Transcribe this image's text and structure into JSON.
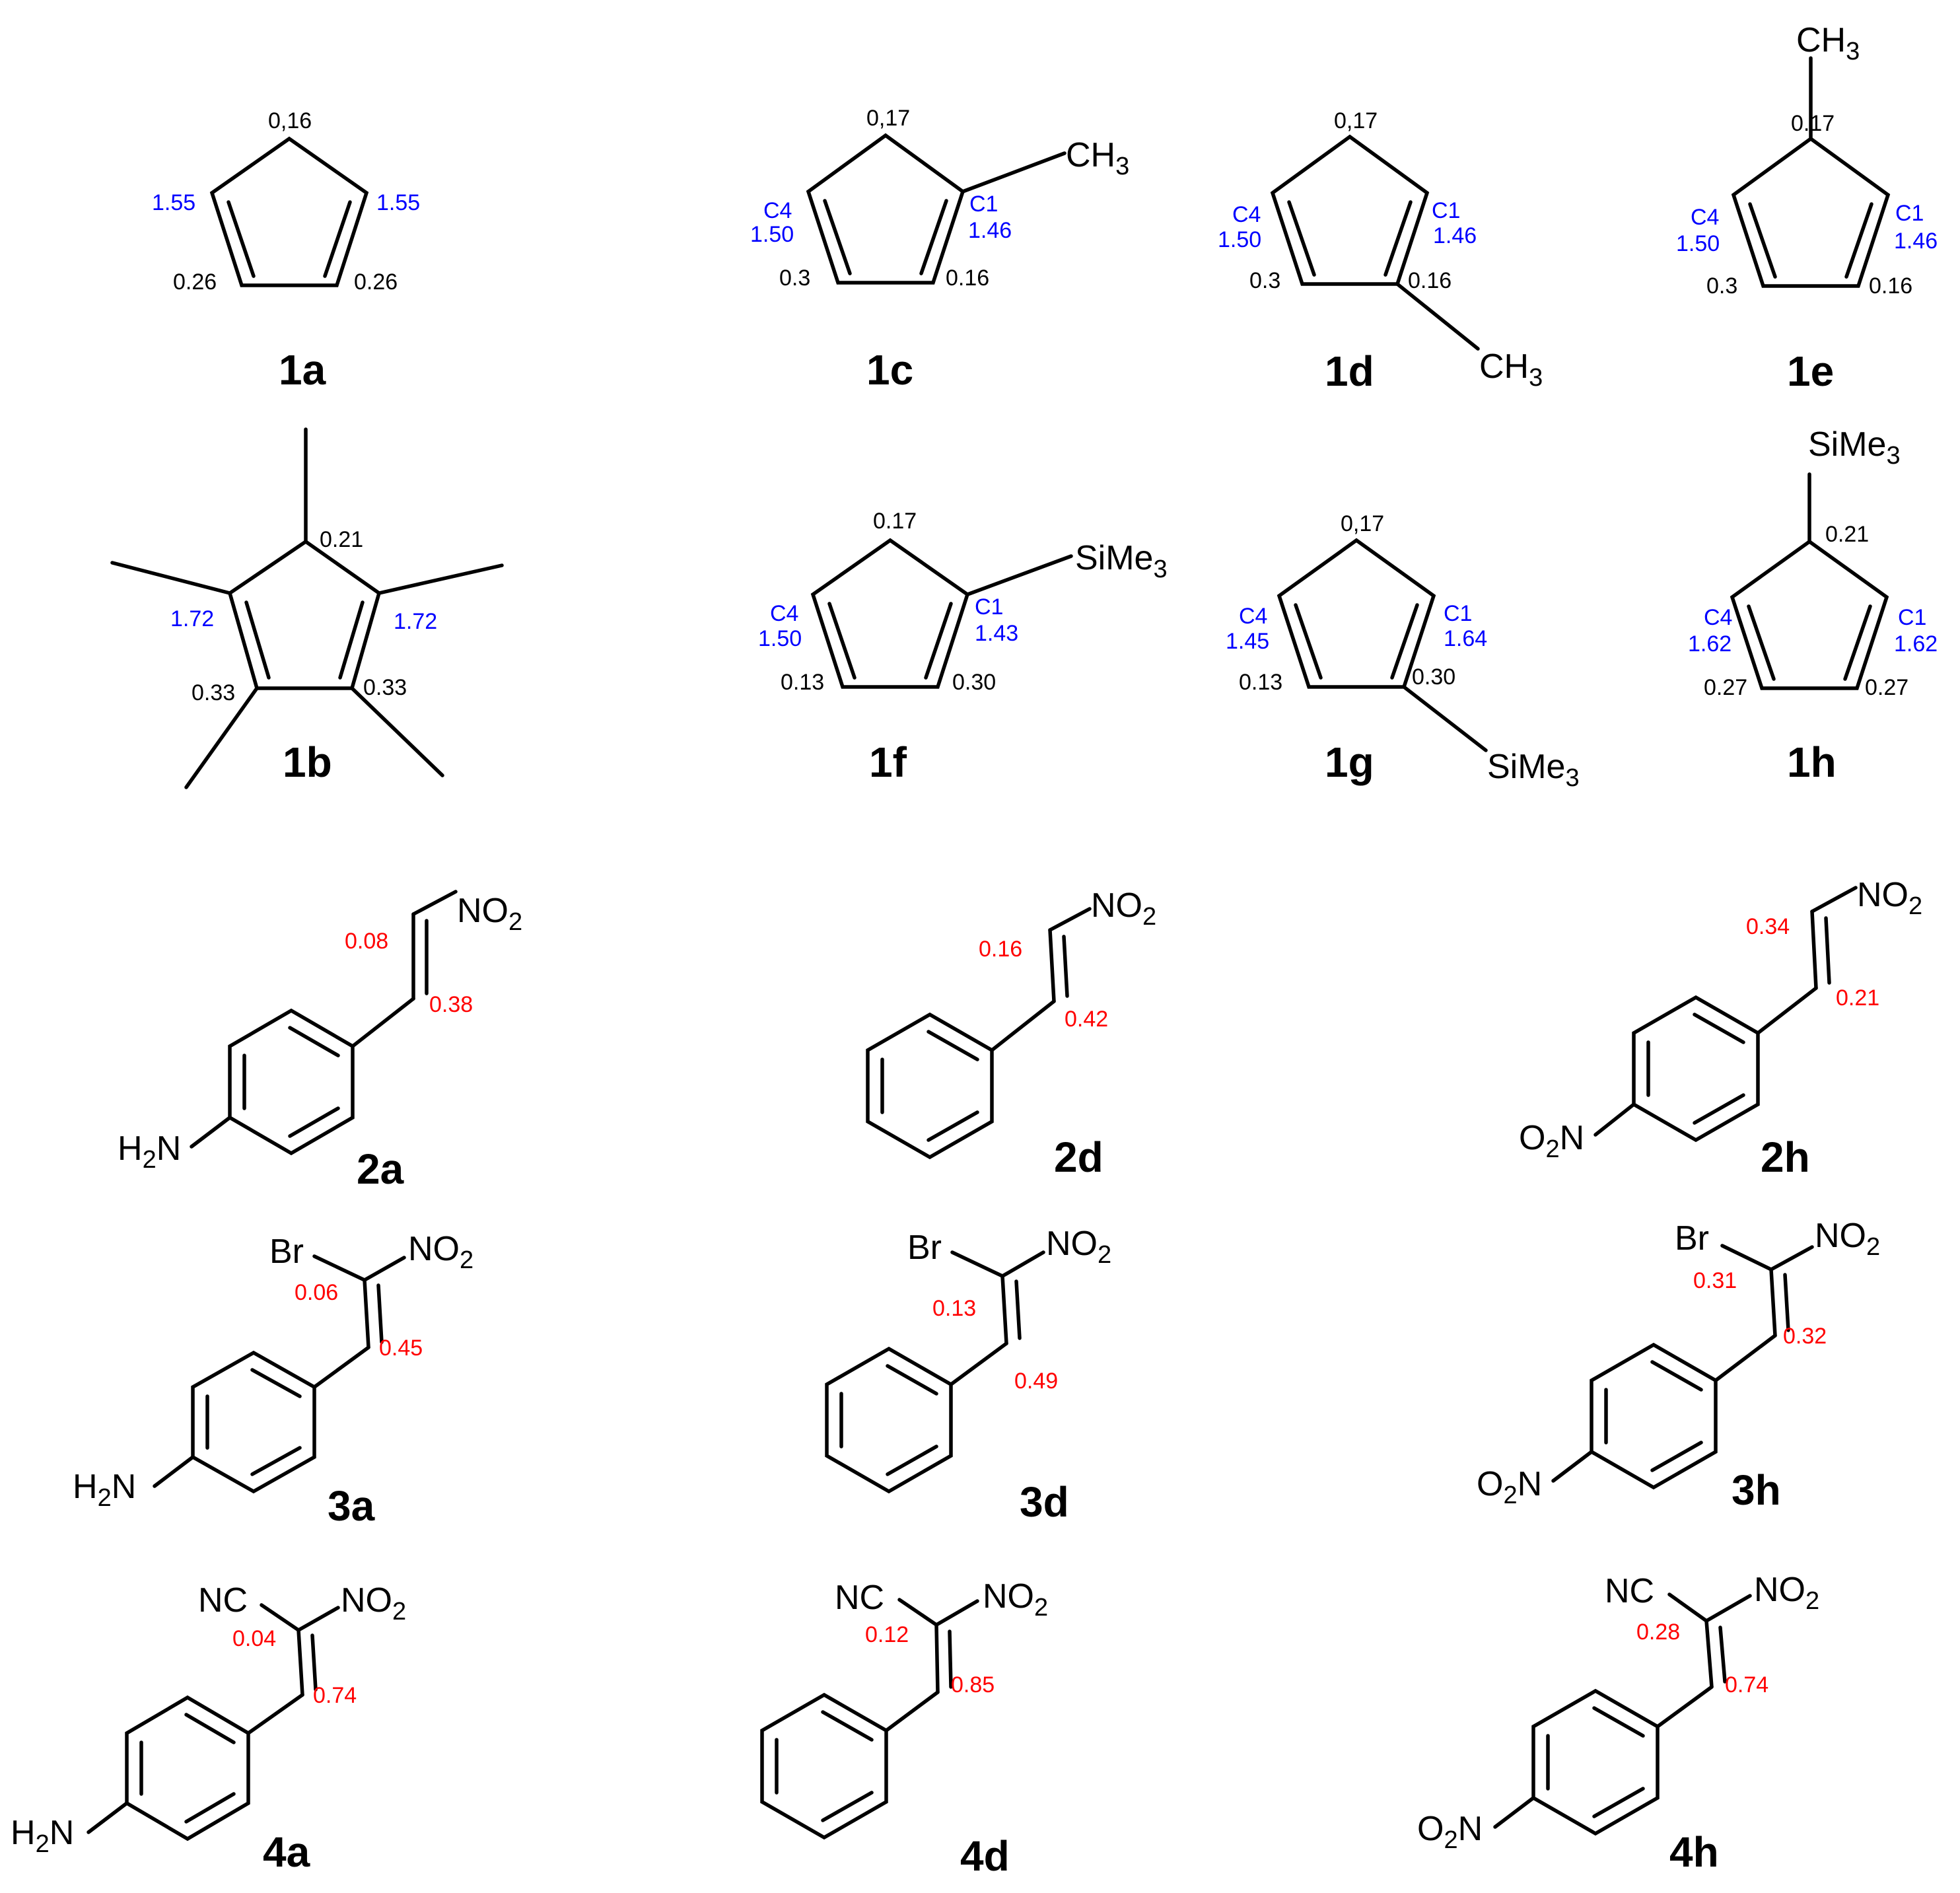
{
  "colors": {
    "bond": "#000000",
    "reactivity_index": "#0000ff",
    "parr_index": "#ff0000",
    "label": "#000000"
  },
  "m1a": {
    "name": "1a",
    "top": "0,16",
    "left": "1.55",
    "right": "1.55",
    "bl": "0.26",
    "br": "0.26"
  },
  "m1b": {
    "name": "1b",
    "top": "0.21",
    "left": "1.72",
    "right": "1.72",
    "bl": "0.33",
    "br": "0.33"
  },
  "m1c": {
    "name": "1c",
    "top": "0,17",
    "c4": "C4",
    "c4v": "1.50",
    "c1": "C1",
    "c1v": "1.46",
    "bl": "0.3",
    "br": "0.16",
    "sub": "CH",
    "subn": "3"
  },
  "m1d": {
    "name": "1d",
    "top": "0,17",
    "c4": "C4",
    "c4v": "1.50",
    "c1": "C1",
    "c1v": "1.46",
    "bl": "0.3",
    "br": "0.16",
    "sub": "CH",
    "subn": "3"
  },
  "m1e": {
    "name": "1e",
    "top": "0.17",
    "c4": "C4",
    "c4v": "1.50",
    "c1": "C1",
    "c1v": "1.46",
    "bl": "0.3",
    "br": "0.16",
    "sub": "CH",
    "subn": "3"
  },
  "m1f": {
    "name": "1f",
    "top": "0.17",
    "c4": "C4",
    "c4v": "1.50",
    "c1": "C1",
    "c1v": "1.43",
    "bl": "0.13",
    "br": "0.30",
    "sub": "SiMe",
    "subn": "3"
  },
  "m1g": {
    "name": "1g",
    "top": "0,17",
    "c4": "C4",
    "c4v": "1.45",
    "c1": "C1",
    "c1v": "1.64",
    "bl": "0.13",
    "br": "0.30",
    "sub": "SiMe",
    "subn": "3"
  },
  "m1h": {
    "name": "1h",
    "top": "0.21",
    "c4": "C4",
    "c4v": "1.62",
    "c1": "C1",
    "c1v": "1.62",
    "bl": "0.27",
    "br": "0.27",
    "sub": "SiMe",
    "subn": "3"
  },
  "m2a": {
    "name": "2a",
    "alpha": "0.08",
    "beta": "0.38",
    "para": "H2N"
  },
  "m2d": {
    "name": "2d",
    "alpha": "0.16",
    "beta": "0.42"
  },
  "m2h": {
    "name": "2h",
    "alpha": "0.34",
    "beta": "0.21",
    "para": "O2N"
  },
  "m3a": {
    "name": "3a",
    "alpha": "0.06",
    "beta": "0.45",
    "para": "H2N",
    "x": "Br"
  },
  "m3d": {
    "name": "3d",
    "alpha": "0.13",
    "beta": "0.49",
    "x": "Br"
  },
  "m3h": {
    "name": "3h",
    "alpha": "0.31",
    "beta": "0.32",
    "para": "O2N",
    "x": "Br"
  },
  "m4a": {
    "name": "4a",
    "alpha": "0.04",
    "beta": "0.74",
    "para": "H2N",
    "x": "NC"
  },
  "m4d": {
    "name": "4d",
    "alpha": "0.12",
    "beta": "0.85",
    "x": "NC"
  },
  "m4h": {
    "name": "4h",
    "alpha": "0.28",
    "beta": "0.74",
    "para": "O2N",
    "x": "NC"
  },
  "nitro": {
    "text": "NO",
    "n": "2"
  }
}
